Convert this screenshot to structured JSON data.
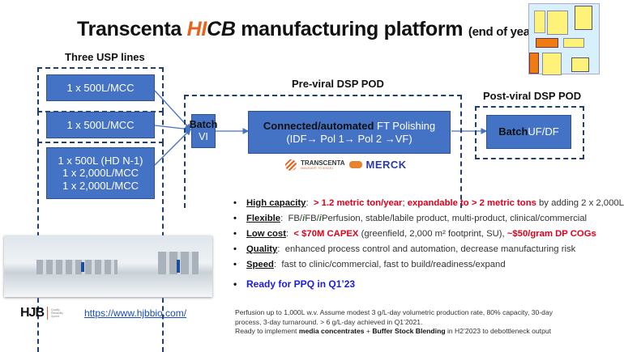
{
  "title": {
    "prefix": "Transcenta",
    "logo_hi": "HI",
    "logo_cb": "CB",
    "main": "manufacturing platform",
    "suffix": "(end of year 5)"
  },
  "usp": {
    "label": "Three USP lines",
    "lines": [
      {
        "text": "1 x 500L/MCC"
      },
      {
        "text": "1 x 500L/MCC"
      },
      {
        "text": [
          "1 x 500L (HD N-1)",
          "1 x 2,000L/MCC",
          "1 x 2,000L/MCC"
        ]
      }
    ]
  },
  "pre_viral": {
    "label": "Pre-viral DSP POD",
    "batch_vi": {
      "line1": "Batch",
      "line2": "VI"
    },
    "polishing": {
      "bold": "Connected/automated",
      "rest": " FT Polishing",
      "steps": "(IDF→ Pol 1→ Pol 2 →VF)"
    },
    "partners": {
      "transcenta": "TRANSCENTA",
      "transcenta_tag": "INNOVATE TO EXCEL",
      "merck": "MERCK"
    }
  },
  "post_viral": {
    "label": "Post-viral DSP POD",
    "box": {
      "bold": "Batch",
      "rest": " UF/DF"
    }
  },
  "bullets": [
    {
      "key": "High capacity",
      "parts": [
        {
          "t": "> 1.2 metric ton/year",
          "s": "red"
        },
        {
          "t": "; ",
          "s": ""
        },
        {
          "t": "expandable to > 2 metric tons",
          "s": "red"
        },
        {
          "t": " by adding 2 x 2,000L",
          "s": ""
        }
      ]
    },
    {
      "key": "Flexible",
      "parts": [
        {
          "t": "FB/",
          "s": ""
        },
        {
          "t": "i",
          "s": "grn"
        },
        {
          "t": "FB/",
          "s": ""
        },
        {
          "t": "i",
          "s": "grn"
        },
        {
          "t": "Perfusion, stable/labile product, multi-product, clinical/commercial",
          "s": ""
        }
      ]
    },
    {
      "key": "Low cost",
      "parts": [
        {
          "t": "< $70M CAPEX",
          "s": "red"
        },
        {
          "t": " (greenfield, 2,000 m² footprint, SU), ",
          "s": ""
        },
        {
          "t": "~$50/gram DP COGs",
          "s": "red"
        }
      ]
    },
    {
      "key": "Quality",
      "parts": [
        {
          "t": "enhanced process control and automation, decrease manufacturing risk",
          "s": ""
        }
      ]
    },
    {
      "key": "Speed",
      "parts": [
        {
          "t": "fast to clinic/commercial, fast to build/readiness/expand",
          "s": ""
        }
      ]
    }
  ],
  "ready": "Ready for PPQ in Q1’23",
  "notes": {
    "line1": "Perfusion up to 1,000L w.v.  Assume modest 3 g/L-day volumetric production rate, 80% capacity, 30-day",
    "line2": "process, 3-day turnaround.  > 6 g/L-day achieved in Q1’2021.",
    "line3_pre": "Ready to implement ",
    "line3_b1": "media concentrates",
    "line3_mid": " + ",
    "line3_b2": "Buffer Stock Blending",
    "line3_post": " in H2’2023 to debottleneck output"
  },
  "footer": {
    "logo": "HJB",
    "tagline": [
      "Quality",
      "Reliability",
      "Speed"
    ],
    "url": "https://www.hjbbio.com/"
  },
  "colors": {
    "box_blue": "#4472c4",
    "dash_navy": "#1f3f73",
    "accent_red": "#e0001b",
    "ready_blue": "#1a1ae6",
    "hcb_orange": "#e8621e"
  }
}
